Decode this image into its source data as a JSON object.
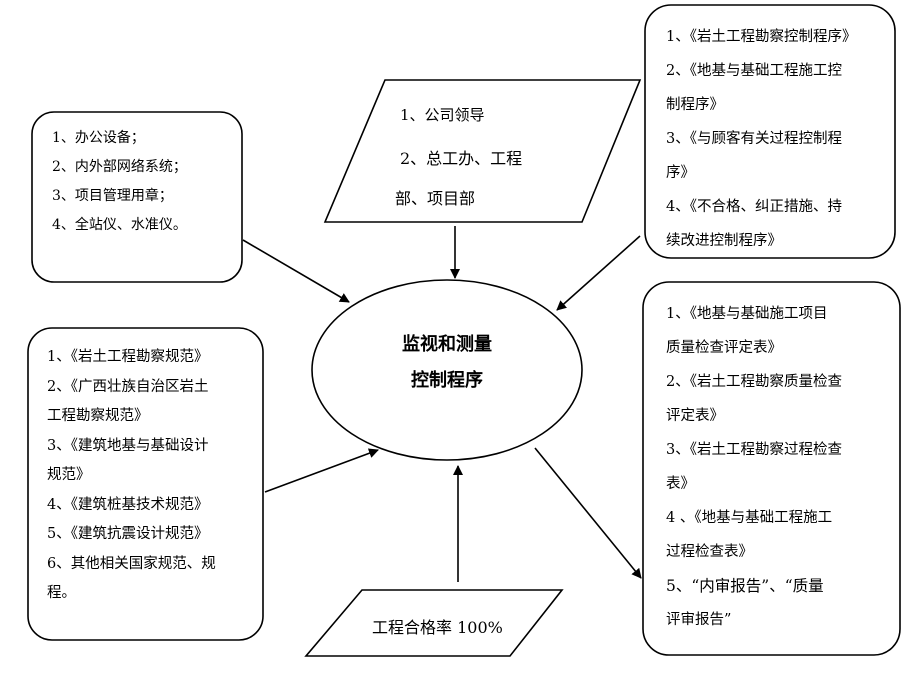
{
  "center": {
    "lines": [
      "监视和测量",
      "控制程序"
    ]
  },
  "top_input": {
    "lines": [
      "1、公司领导",
      "2、总工办、工程",
      "部、项目部"
    ]
  },
  "resources": {
    "lines": [
      "1、办公设备；",
      "2、内外部网络系统；",
      "3、项目管理用章；",
      "4、全站仪、水准仪。"
    ]
  },
  "procedures": {
    "lines": [
      "1、《岩土工程勘察控制程序》",
      "2、《地基与基础工程施工控",
      "制程序》",
      "3、《与顾客有关过程控制程",
      "序》",
      "4、《不合格、纠正措施、持",
      "续改进控制程序》"
    ]
  },
  "standards": {
    "lines": [
      "1、《岩土工程勘察规范》",
      "2、《广西壮族自治区岩土",
      "工程勘察规范》",
      "3、《建筑地基与基础设计",
      "规范》",
      "4、《建筑桩基技术规范》",
      "5、《建筑抗震设计规范》",
      "6、其他相关国家规范、规",
      "程。"
    ]
  },
  "outputs": {
    "lines": [
      "1、《地基与基础施工项目",
      "质量检查评定表》",
      "2、《岩土工程勘察质量检查",
      "评定表》",
      "3、《岩土工程勘察过程检查",
      "表》",
      "4 、《地基与基础工程施工",
      "过程检查表》",
      "5、“内审报告”、“质量",
      "评审报告”"
    ]
  },
  "target": {
    "text": "工程合格率 100%"
  }
}
